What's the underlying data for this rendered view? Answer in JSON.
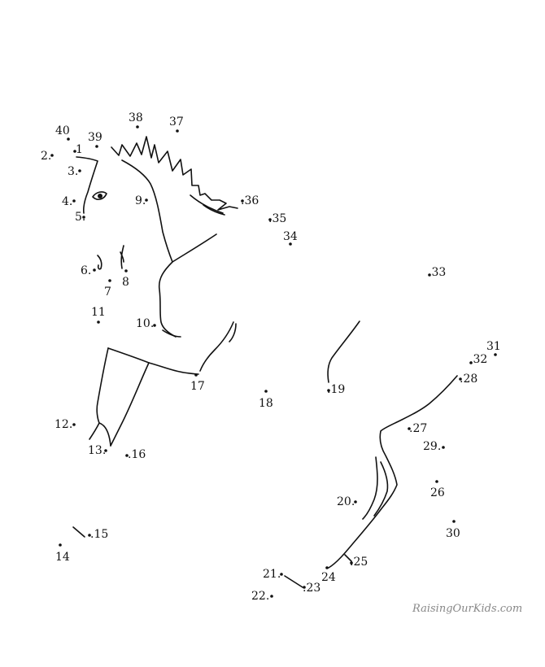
{
  "watermark": "RaisingOurKids.com",
  "dots": [
    {
      "label": "1"
    },
    {
      "label": "2."
    },
    {
      "label": "3."
    },
    {
      "label": "4."
    },
    {
      "label": "5."
    },
    {
      "label": "6."
    },
    {
      "label": "7"
    },
    {
      "label": "8"
    },
    {
      "label": "9."
    },
    {
      "label": "10."
    },
    {
      "label": "11"
    },
    {
      "label": "12."
    },
    {
      "label": "13."
    },
    {
      "label": ".16"
    },
    {
      "label": ".15"
    },
    {
      "label": "14"
    },
    {
      "label": "17"
    },
    {
      "label": "18"
    },
    {
      "label": ".19"
    },
    {
      "label": "20."
    },
    {
      "label": "21."
    },
    {
      "label": "22."
    },
    {
      "label": ".23"
    },
    {
      "label": "24"
    },
    {
      "label": ".25"
    },
    {
      "label": "26"
    },
    {
      "label": ".27"
    },
    {
      "label": ".28"
    },
    {
      "label": "29."
    },
    {
      "label": "30"
    },
    {
      "label": "31"
    },
    {
      "label": ".32"
    },
    {
      "label": ".33"
    },
    {
      "label": "34"
    },
    {
      "label": ".35"
    },
    {
      "label": ".36"
    },
    {
      "label": "37"
    },
    {
      "label": "38"
    },
    {
      "label": "39"
    },
    {
      "label": "40"
    }
  ]
}
